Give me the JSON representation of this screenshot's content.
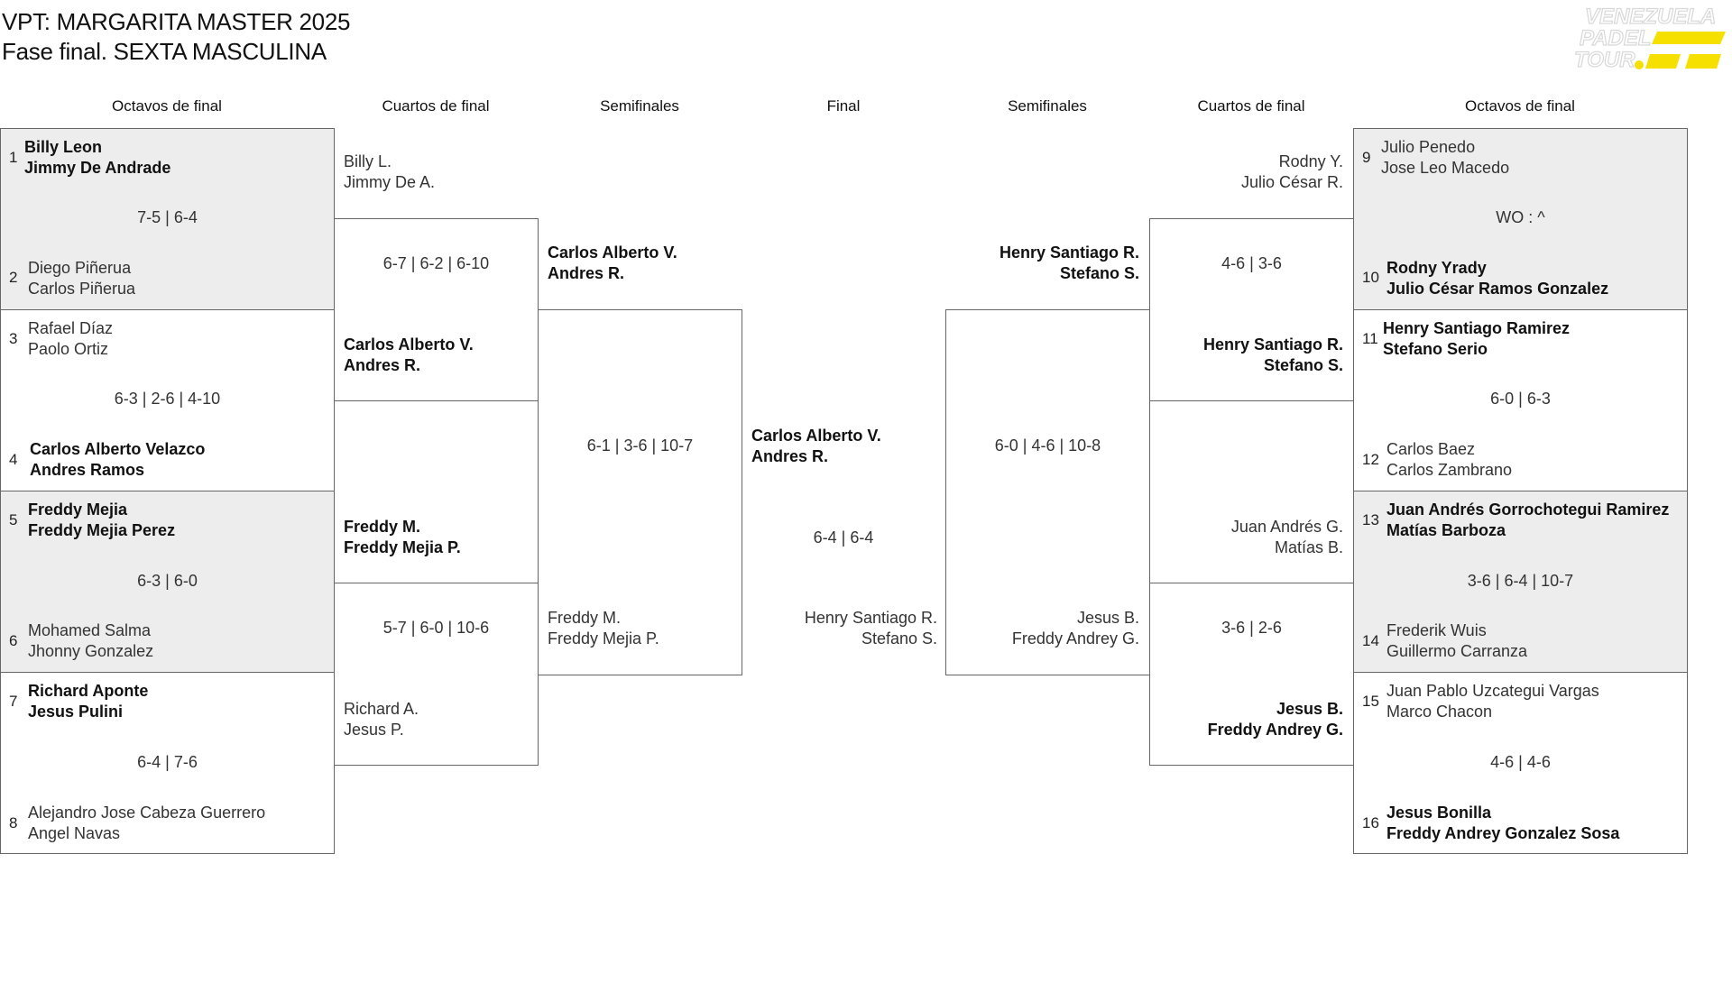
{
  "header": {
    "title": "VPT: MARGARITA MASTER 2025",
    "subtitle": "Fase final. SEXTA MASCULINA",
    "logo": {
      "line1": "VENEZUELA",
      "line2": "PADEL",
      "line3": "TOUR",
      "accent": "#f5e000"
    }
  },
  "columns": {
    "octavos_left": "Octavos de final",
    "cuartos_left": "Cuartos de final",
    "semis_left": "Semifinales",
    "final": "Final",
    "semis_right": "Semifinales",
    "cuartos_right": "Cuartos de final",
    "octavos_right": "Octavos de final"
  },
  "octavos": [
    {
      "seed_a": "1",
      "team_a": [
        "Billy Leon",
        "Jimmy De Andrade"
      ],
      "score": "7-5 | 6-4",
      "seed_b": "2",
      "team_b": [
        "Diego Piñerua",
        "Carlos Piñerua"
      ]
    },
    {
      "seed_a": "3",
      "team_a": [
        "Rafael Díaz",
        "Paolo Ortiz"
      ],
      "score": "6-3 | 2-6 | 4-10",
      "seed_b": "4",
      "team_b": [
        "Carlos Alberto Velazco",
        "Andres Ramos"
      ]
    },
    {
      "seed_a": "5",
      "team_a": [
        "Freddy Mejia",
        "Freddy Mejia Perez"
      ],
      "score": "6-3 | 6-0",
      "seed_b": "6",
      "team_b": [
        "Mohamed Salma",
        "Jhonny Gonzalez"
      ]
    },
    {
      "seed_a": "7",
      "team_a": [
        "Richard Aponte",
        "Jesus Pulini"
      ],
      "score": "6-4 | 7-6",
      "seed_b": "8",
      "team_b": [
        "Alejandro Jose Cabeza Guerrero",
        "Angel Navas"
      ]
    },
    {
      "seed_a": "9",
      "team_a": [
        "Julio Penedo",
        "Jose Leo Macedo"
      ],
      "score": "WO : ^",
      "seed_b": "10",
      "team_b": [
        "Rodny Yrady",
        "Julio César Ramos Gonzalez"
      ]
    },
    {
      "seed_a": "11",
      "team_a": [
        "Henry Santiago Ramirez",
        "Stefano Serio"
      ],
      "score": "6-0 | 6-3",
      "seed_b": "12",
      "team_b": [
        "Carlos Baez",
        "Carlos Zambrano"
      ]
    },
    {
      "seed_a": "13",
      "team_a": [
        "Juan Andrés Gorrochotegui Ramirez",
        "Matías Barboza"
      ],
      "score": "3-6 | 6-4 | 10-7",
      "seed_b": "14",
      "team_b": [
        "Frederik Wuis",
        "Guillermo Carranza"
      ]
    },
    {
      "seed_a": "15",
      "team_a": [
        "Juan Pablo Uzcategui Vargas",
        "Marco Chacon"
      ],
      "score": "4-6 | 4-6",
      "seed_b": "16",
      "team_b": [
        "Jesus Bonilla",
        "Freddy Andrey Gonzalez Sosa"
      ]
    }
  ],
  "cuartos": [
    {
      "team_a": [
        "Billy L.",
        "Jimmy De A."
      ],
      "score": "6-7 | 6-2 | 6-10",
      "team_b": [
        "Carlos Alberto V.",
        "Andres R."
      ]
    },
    {
      "team_a": [
        "Freddy M.",
        "Freddy Mejia P."
      ],
      "score": "5-7 | 6-0 | 10-6",
      "team_b": [
        "Richard A.",
        "Jesus P."
      ]
    },
    {
      "team_a": [
        "Rodny Y.",
        "Julio César R."
      ],
      "score": "4-6 | 3-6",
      "team_b": [
        "Henry Santiago R.",
        "Stefano S."
      ]
    },
    {
      "team_a": [
        "Juan Andrés G.",
        "Matías B."
      ],
      "score": "3-6 | 2-6",
      "team_b": [
        "Jesus B.",
        "Freddy Andrey G."
      ]
    }
  ],
  "semis": [
    {
      "team_a": [
        "Carlos Alberto V.",
        "Andres R."
      ],
      "score": "6-1 | 3-6 | 10-7",
      "team_b": [
        "Freddy M.",
        "Freddy Mejia P."
      ]
    },
    {
      "team_a": [
        "Henry Santiago R.",
        "Stefano S."
      ],
      "score": "6-0 | 4-6 | 10-8",
      "team_b": [
        "Jesus B.",
        "Freddy Andrey G."
      ]
    }
  ],
  "final": {
    "team_a": [
      "Carlos Alberto V.",
      "Andres R."
    ],
    "score": "6-4 | 6-4",
    "team_b": [
      "Henry Santiago R.",
      "Stefano S."
    ]
  }
}
